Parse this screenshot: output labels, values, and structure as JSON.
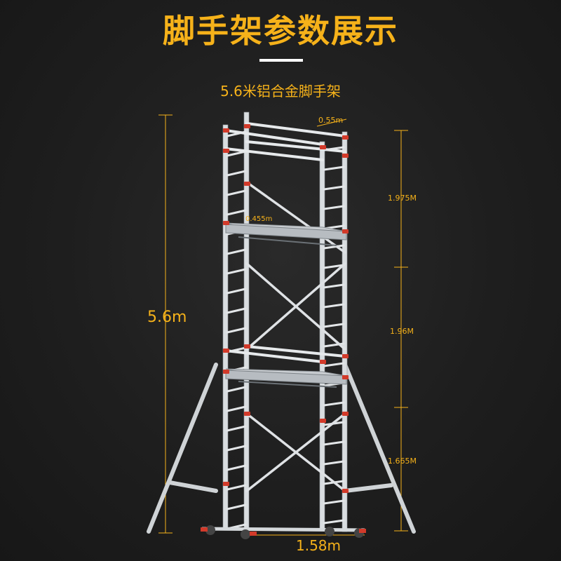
{
  "header": {
    "title": "脚手架参数展示",
    "subtitle": "5.6米铝合金脚手架"
  },
  "dimensions": {
    "total_height": "5.6m",
    "base_width": "1.58m",
    "depth": "0.55m",
    "platform_width": "0.455m",
    "segment_1": "1.975M",
    "segment_2": "1.96M",
    "segment_3": "1.665M"
  },
  "colors": {
    "accent": "#f6b21a",
    "background": "#1c1c1c",
    "aluminum": "#dcdfe2",
    "coupler_red": "#d23a2a"
  }
}
